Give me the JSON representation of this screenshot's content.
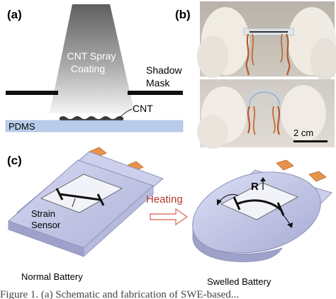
{
  "panels": {
    "a": {
      "label": "(a)",
      "spray_text_line1": "CNT Spray",
      "spray_text_line2": "Coating",
      "mask_text_line1": "Shadow",
      "mask_text_line2": "Mask",
      "cnt_text": "CNT",
      "pdms_text": "PDMS"
    },
    "b": {
      "label": "(b)",
      "scale_text": "2 cm"
    },
    "c": {
      "label": "(c)",
      "sensor_text_line1": "Strain",
      "sensor_text_line2": "Sensor",
      "heating_text": "Heating",
      "resistance_text": "R",
      "normal_caption": "Normal Battery",
      "swelled_caption": "Swelled Battery"
    }
  },
  "colors": {
    "pdms": "#b9cdea",
    "battery": "#c5c9e8",
    "battery_edge": "#8d91b8",
    "tab": "#e8924a",
    "arrow": "#e07a6a",
    "heating_text": "#b03a2e",
    "spray_top": "#6b6b6b",
    "spray_bottom": "#f2f2f2"
  },
  "footer_text": "Figure 1. (a) Schematic and fabrication of SWE-based..."
}
